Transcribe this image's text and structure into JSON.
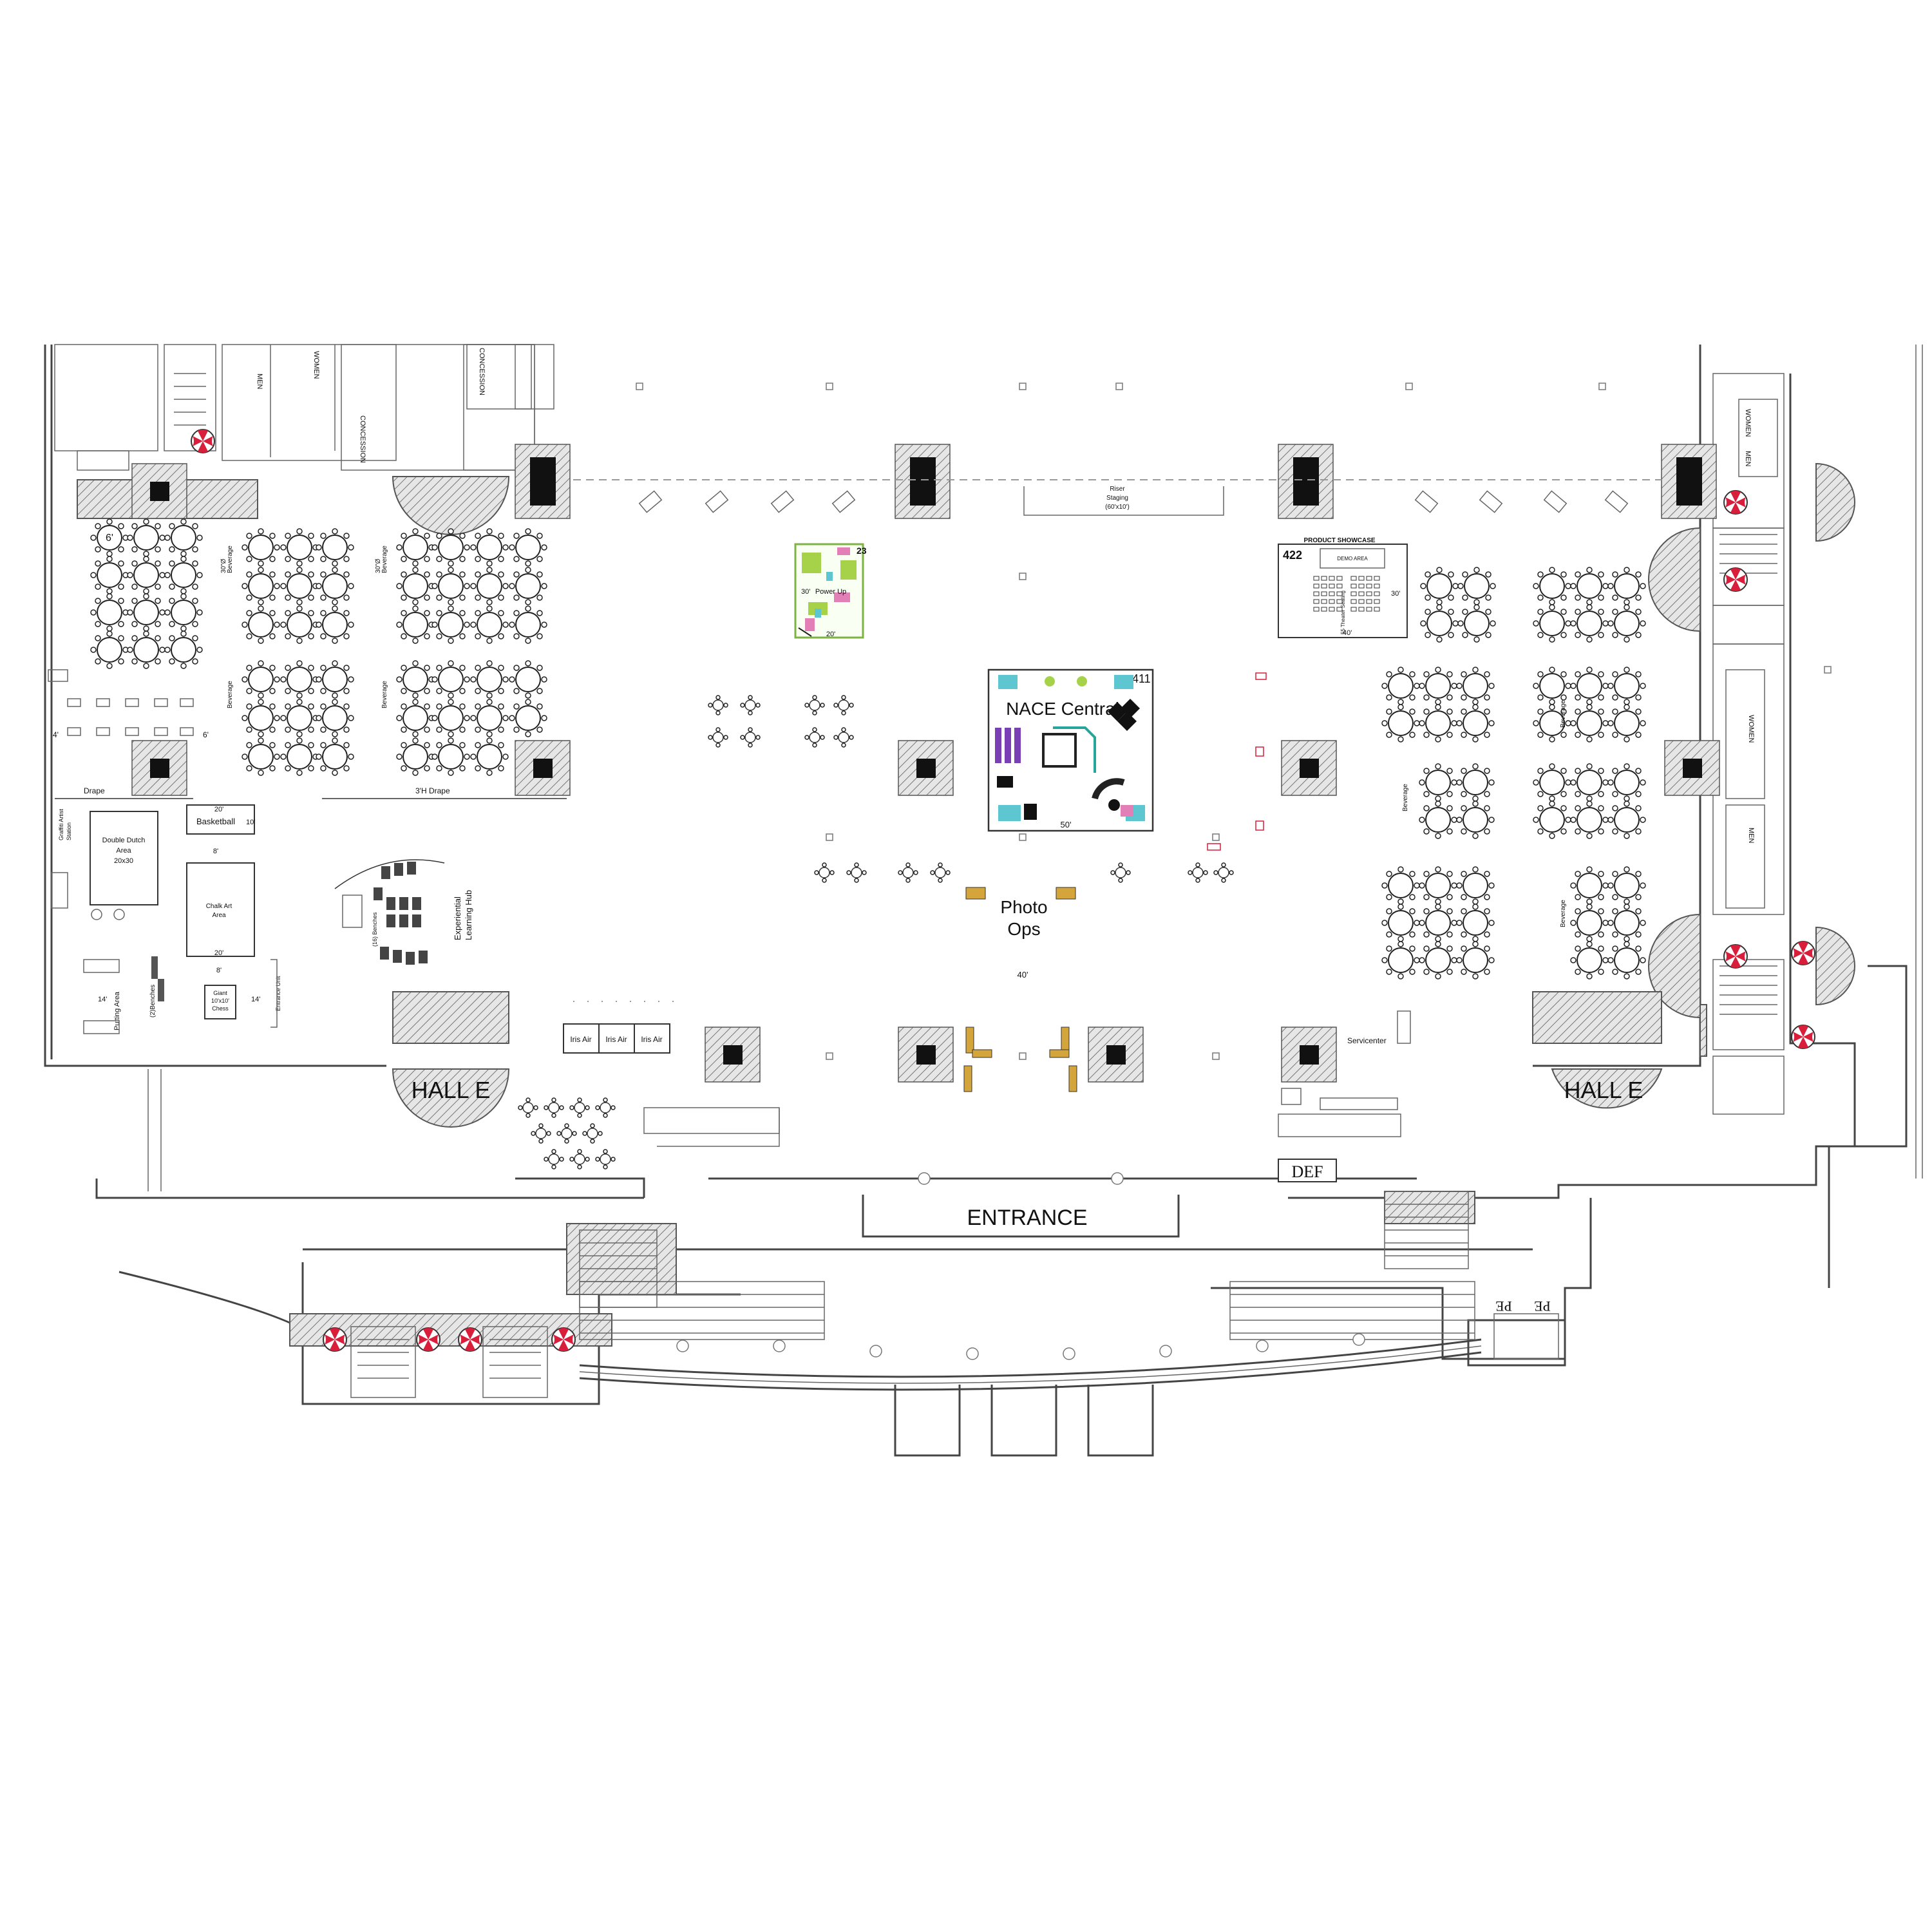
{
  "plan": {
    "halls": [
      "HALL E",
      "HALL E"
    ],
    "entrance_label": "ENTRANCE",
    "def_label": "DEF",
    "pe_labels": [
      "PE",
      "PE"
    ],
    "restrooms": [
      "MEN",
      "WOMEN",
      "WOMEN",
      "MEN",
      "WOMEN",
      "MEN"
    ],
    "concessions": [
      "CONCESSION",
      "CONCESSION"
    ],
    "table_size": "6'",
    "nace_central": {
      "title": "NACE Central",
      "width_label": "50'",
      "booth_number": "411"
    },
    "photo_ops": {
      "title_line1": "Photo",
      "title_line2": "Ops",
      "dim_label": "40'"
    },
    "power_up": {
      "title": "Power Up",
      "booth_number": "23",
      "dim_w": "20'",
      "dim_h": "30'"
    },
    "product_showcase": {
      "title": "PRODUCT SHOWCASE",
      "booth_number": "422",
      "seating": "55 Theater Seating",
      "dim_w": "40'",
      "dim_h": "30'",
      "demo_area": "DEMO AREA"
    },
    "riser": {
      "line1": "Riser",
      "line2": "Staging",
      "line3": "(60'x10')"
    },
    "drape": {
      "left": "Drape",
      "right": "3'H Drape"
    },
    "activities": {
      "double_dutch": {
        "line1": "Double Dutch",
        "line2": "Area",
        "line3": "20x30"
      },
      "basketball": {
        "label": "Basketball",
        "dim_top": "20'",
        "dim_side": "10'",
        "dim_bottom": "8'"
      },
      "chalk_art": {
        "line1": "Chalk Art",
        "line2": "Area",
        "dim_bottom": "20'",
        "dim_under": "8'"
      },
      "giant_chess": {
        "line1": "Giant",
        "line2": "10'x10'",
        "line3": "Chess"
      },
      "putting_area": "Putting Area",
      "benches_left": "(2)Benches",
      "benches_hub": "(16) Benches",
      "experiential": {
        "line1": "Experiential",
        "line2": "Learning Hub"
      },
      "entrance_unit": "Entrance Unit",
      "graffiti": {
        "line1": "Graffiti Artist",
        "line2": "Station"
      },
      "dim_14_left": "14'",
      "dim_14_right": "14'",
      "dim_4": "4'",
      "dim_6": "6'"
    },
    "iris_air": [
      "Iris Air",
      "Iris Air",
      "Iris Air"
    ],
    "servicenter": "Servicenter",
    "beverage_label": "Beverage",
    "bar_label": "30\"Ø"
  },
  "colors": {
    "exit_red": "#d81e3a",
    "nace_purple": "#7b3fb5",
    "teal": "#5ec6d0",
    "green_accent": "#a6d24a",
    "pink_accent": "#e37fb7"
  }
}
